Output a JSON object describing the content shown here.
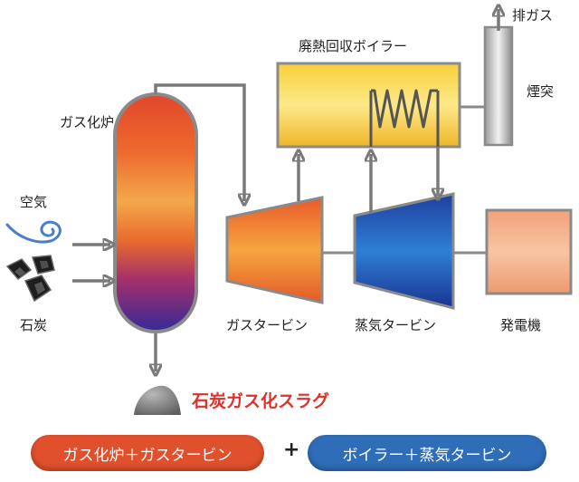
{
  "labels": {
    "gasifier": "ガス化炉",
    "air": "空気",
    "coal": "石炭",
    "slag": "石炭ガス化スラグ",
    "gas_turbine": "ガスタービン",
    "steam_turbine": "蒸気タービン",
    "generator": "発電機",
    "hrsg": "廃熱回収ボイラー",
    "stack": "煙突",
    "exhaust": "排ガス"
  },
  "summary": {
    "left": "ガス化炉＋ガスタービン",
    "plus": "+",
    "right": "ボイラー＋蒸気タービン"
  },
  "colors": {
    "arrow": "#7a7a7a",
    "left_pill": "#e0502c",
    "right_pill": "#2f6db8",
    "slag_text": "#e0302a"
  }
}
